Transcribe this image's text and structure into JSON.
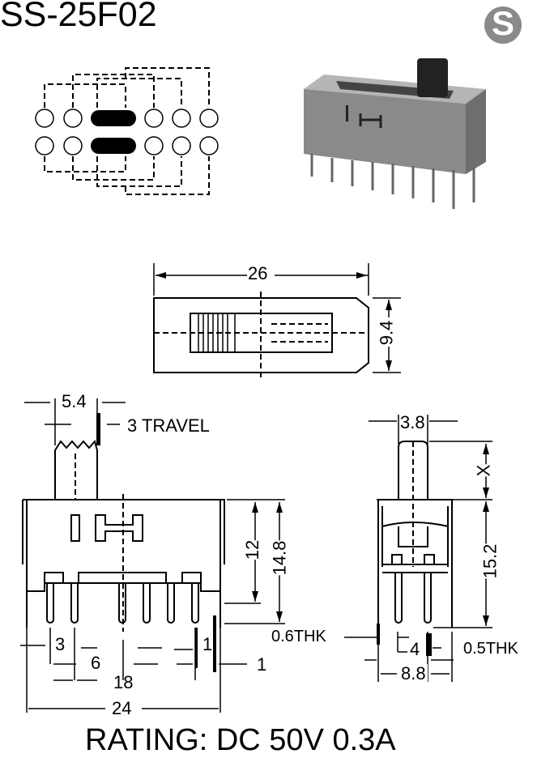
{
  "title": "SS-25F02",
  "logo_letter": "S",
  "rating": "RATING: DC 50V 0.3A",
  "top_view": {
    "length": "26",
    "width": "9.4"
  },
  "front_view": {
    "actuator_width": "5.4",
    "travel": "3 TRAVEL",
    "height_body": "12",
    "height_total": "14.8",
    "pin_pitch": "3",
    "pitch_6": "6",
    "span_18": "18",
    "span_24": "24",
    "tab_1a": "1",
    "tab_1b": "1"
  },
  "side_view": {
    "actuator_width": "3.8",
    "actuator_height": "X",
    "height": "15.2",
    "pin_thk": "0.6THK",
    "tab_thk": "0.5THK",
    "pin_spacing": "4",
    "width": "8.8"
  },
  "colors": {
    "ink": "#000000",
    "logo": "#808080",
    "photo_body": "#8a8a8a"
  }
}
